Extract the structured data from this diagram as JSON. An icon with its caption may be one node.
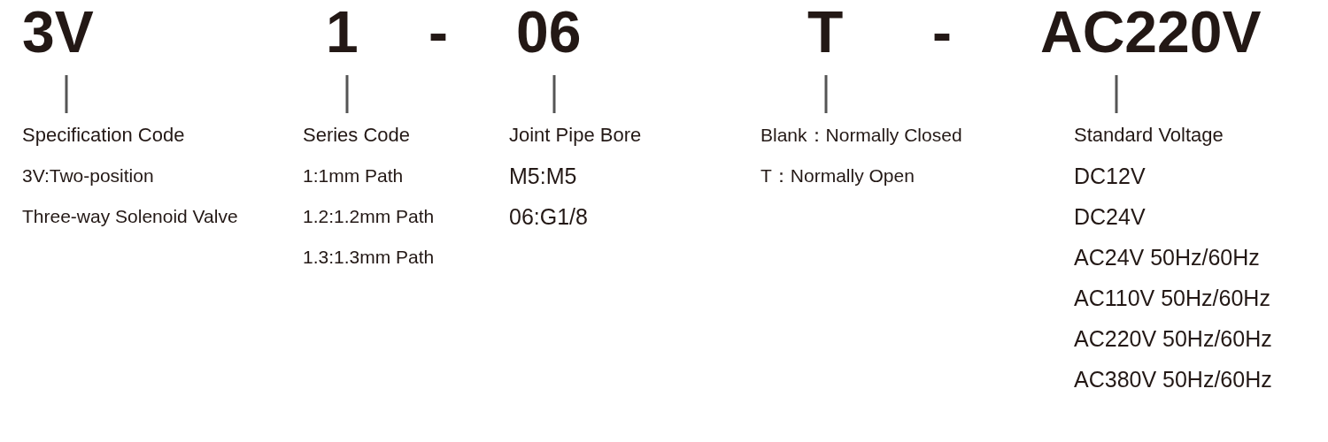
{
  "diagram": {
    "nodes": [
      {
        "text": [
          "3V"
        ]
      },
      {
        "text": [
          "1"
        ]
      },
      {
        "text": [
          "06"
        ]
      },
      {
        "text": [
          "T"
        ]
      },
      {
        "text": [
          "AC220V"
        ]
      },
      {
        "text": [
          "Specification Code",
          "3V:Two-position",
          "Three-way Solenoid Valve"
        ]
      },
      {
        "text": [
          "Series Code",
          "1:1mm Path",
          "1.2:1.2mm Path",
          "1.3:1.3mm Path"
        ]
      },
      {
        "text": [
          "Joint Pipe Bore",
          "M5:M5",
          "06:G1/8"
        ]
      },
      {
        "text": [
          "Blank：Normally Closed",
          "T：Normally Open"
        ]
      },
      {
        "text": [
          "Standard Voltage",
          "DC12V",
          "DC24V",
          "AC24V 50Hz/60Hz",
          "AC110V 50Hz/60Hz",
          "AC220V 50Hz/60Hz",
          "AC380V 50Hz/60Hz"
        ]
      }
    ],
    "edges": [
      {
        "from": 0,
        "to": 5,
        "arrow": "none"
      },
      {
        "from": 1,
        "to": 6,
        "arrow": "none"
      },
      {
        "from": 2,
        "to": 7,
        "arrow": "none"
      },
      {
        "from": 3,
        "to": 8,
        "arrow": "none"
      },
      {
        "from": 4,
        "to": 9,
        "arrow": "none"
      }
    ],
    "labels": [
      "-",
      "-"
    ]
  }
}
